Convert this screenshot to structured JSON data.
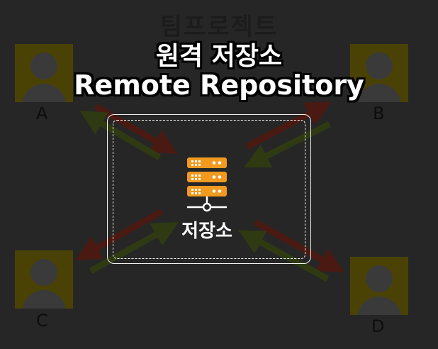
{
  "background_title": "팀프로젝트",
  "title": {
    "korean": "원격 저장소",
    "english": "Remote Repository"
  },
  "repository_label": "저장소",
  "users": [
    {
      "letter": "A"
    },
    {
      "letter": "B"
    },
    {
      "letter": "C"
    },
    {
      "letter": "D"
    }
  ],
  "icons": {
    "user": "user-silhouette-icon",
    "server": "server-rack-icon"
  },
  "colors": {
    "background": "#262626",
    "user_tile": "#4a4205",
    "server": "#f19a1f",
    "arrow_red": "#4a1a12",
    "arrow_green": "#2f3a12"
  }
}
